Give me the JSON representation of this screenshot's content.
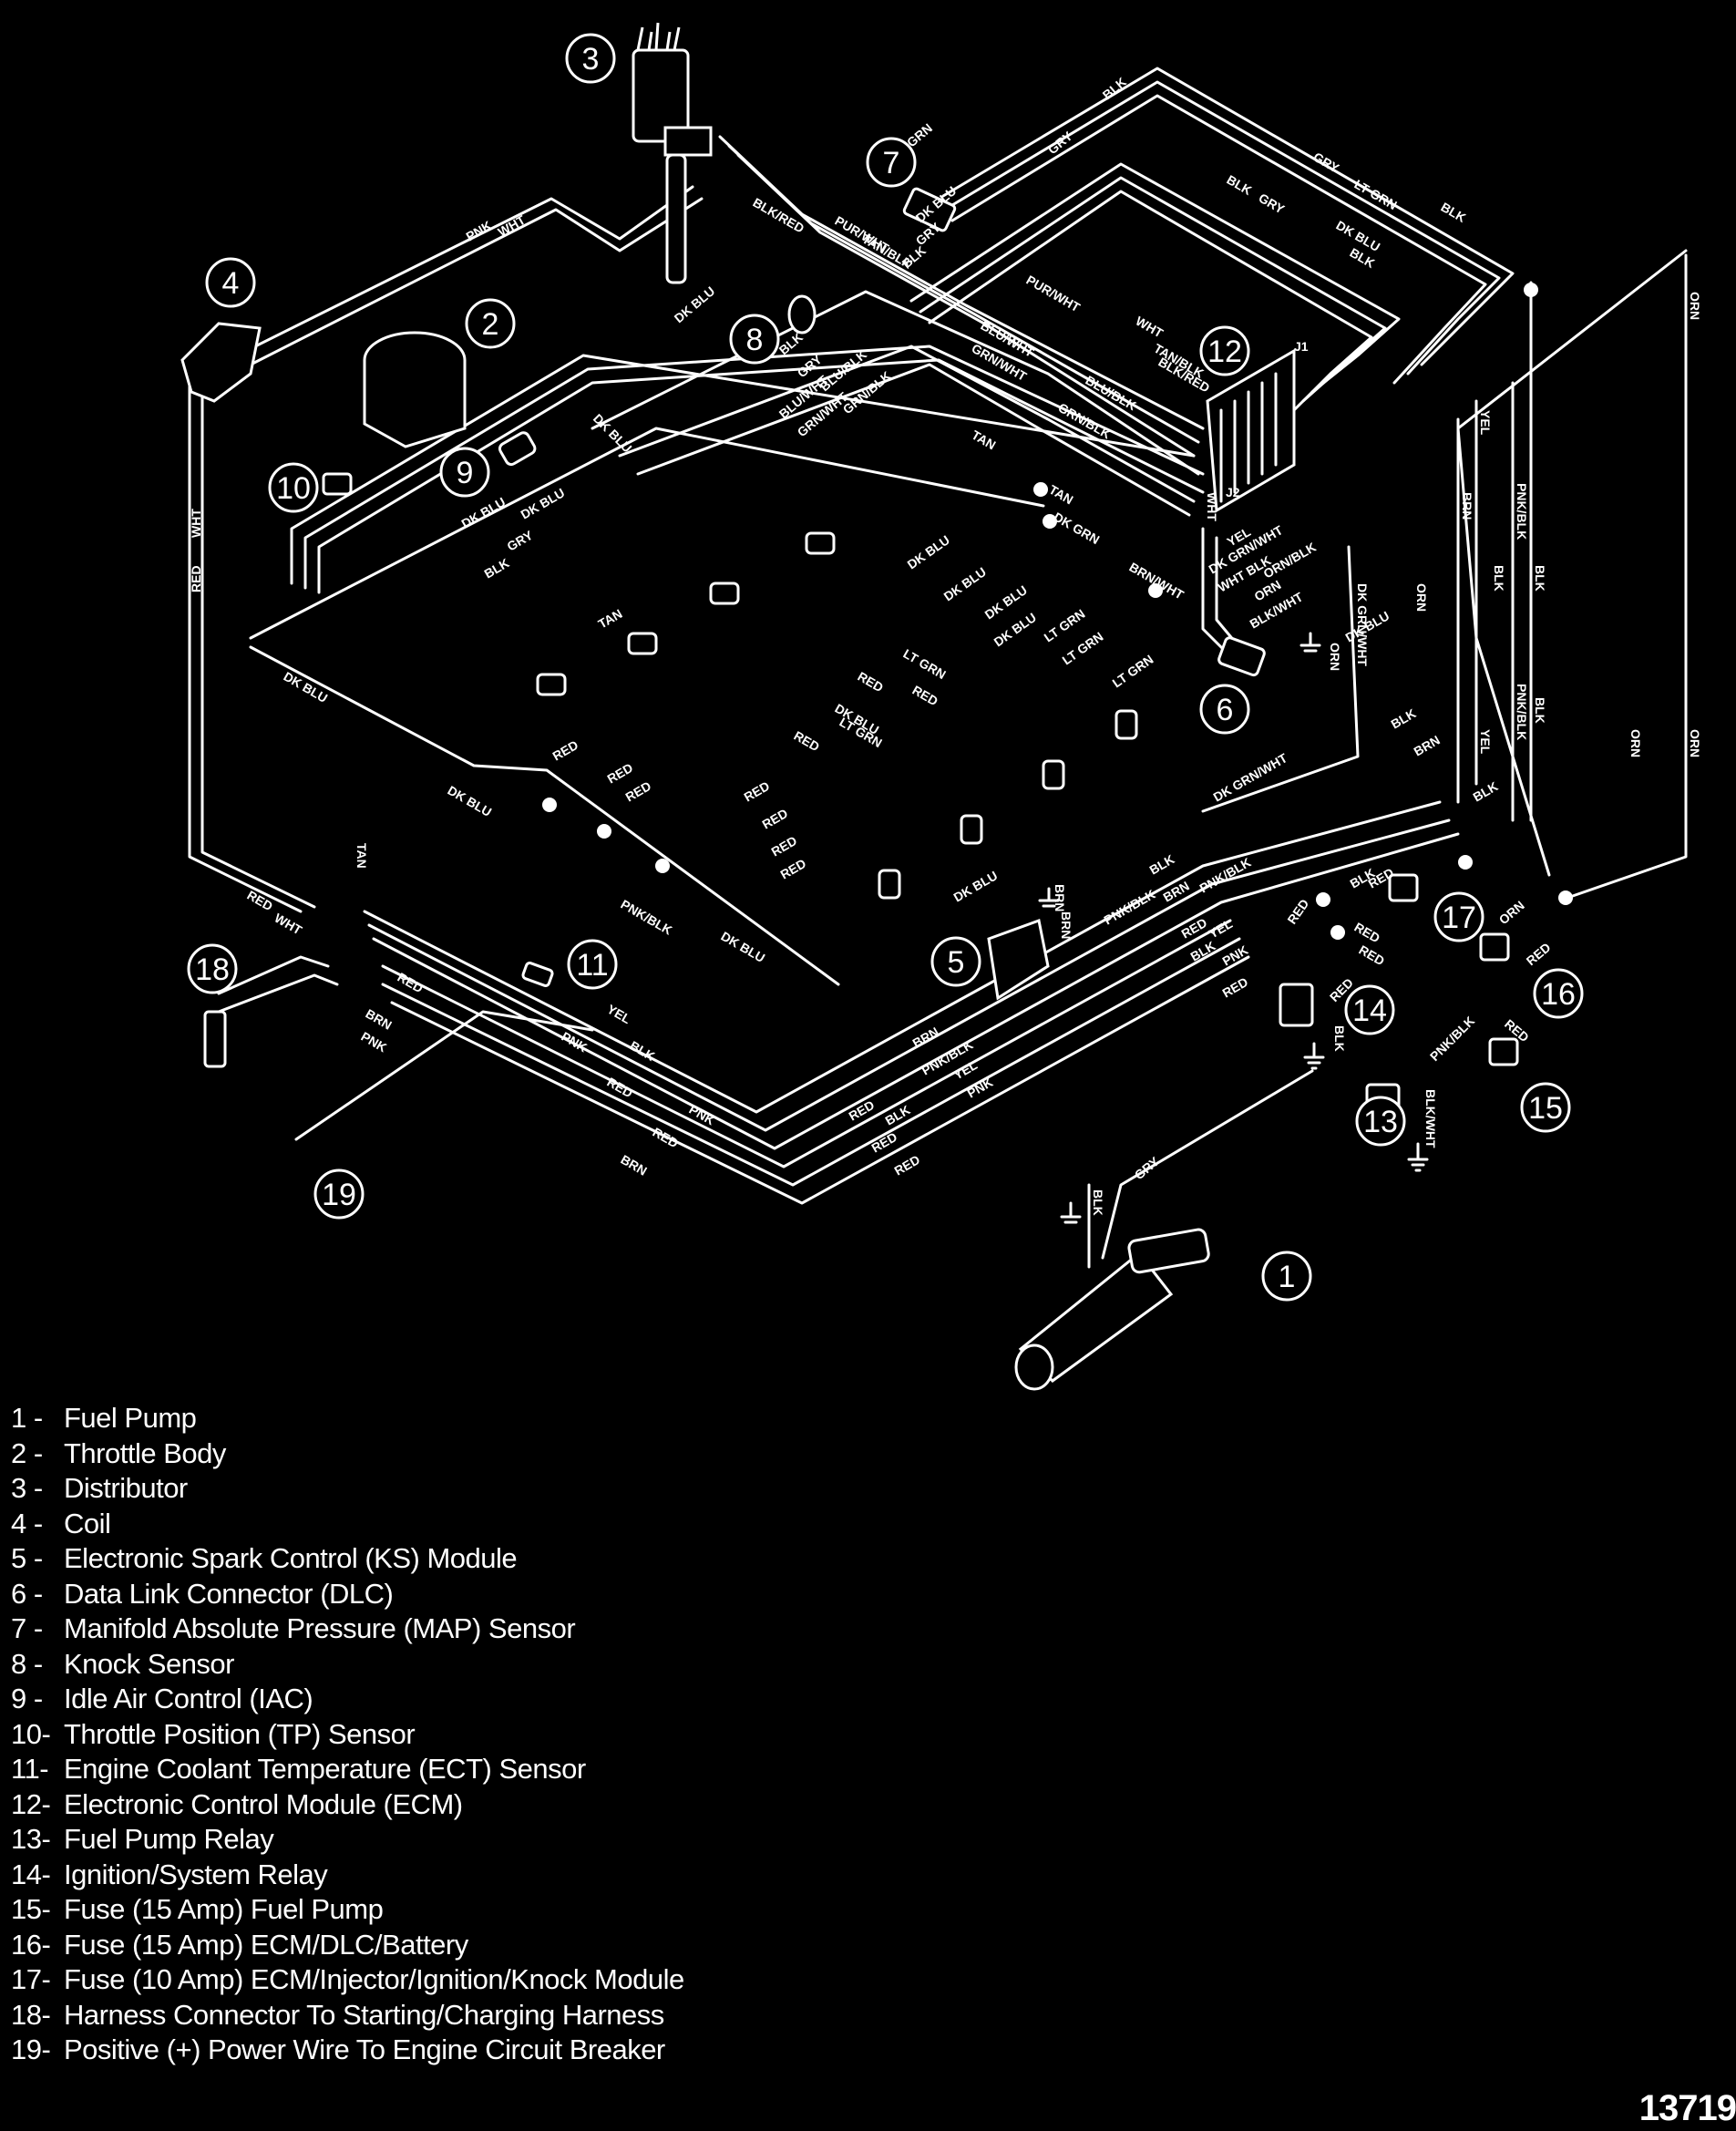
{
  "figure": {
    "type": "engine wiring harness diagram",
    "figure_number": "13719",
    "background_color": "#000000",
    "line_color": "#ffffff"
  },
  "callouts": [
    "1",
    "2",
    "3",
    "4",
    "5",
    "6",
    "7",
    "8",
    "9",
    "10",
    "11",
    "12",
    "13",
    "14",
    "15",
    "16",
    "17",
    "18",
    "19"
  ],
  "legend": [
    {
      "num": "1",
      "sep": "  - ",
      "label": "Fuel Pump"
    },
    {
      "num": "2",
      "sep": "  - ",
      "label": "Throttle Body"
    },
    {
      "num": "3",
      "sep": "  - ",
      "label": "Distributor"
    },
    {
      "num": "4",
      "sep": "  - ",
      "label": "Coil"
    },
    {
      "num": "5",
      "sep": "  - ",
      "label": "Electronic Spark Control (KS) Module"
    },
    {
      "num": "6",
      "sep": "  - ",
      "label": "Data Link Connector (DLC)"
    },
    {
      "num": "7",
      "sep": "  - ",
      "label": "Manifold Absolute Pressure (MAP) Sensor"
    },
    {
      "num": "8",
      "sep": "  - ",
      "label": "Knock Sensor"
    },
    {
      "num": "9",
      "sep": "  - ",
      "label": "Idle Air Control (IAC)"
    },
    {
      "num": "10",
      "sep": "- ",
      "label": "Throttle Position (TP) Sensor"
    },
    {
      "num": "11",
      "sep": "- ",
      "label": "Engine Coolant Temperature (ECT) Sensor"
    },
    {
      "num": "12",
      "sep": "- ",
      "label": "Electronic Control Module (ECM)"
    },
    {
      "num": "13",
      "sep": "- ",
      "label": "Fuel Pump Relay"
    },
    {
      "num": "14",
      "sep": "- ",
      "label": "Ignition/System Relay"
    },
    {
      "num": "15",
      "sep": "- ",
      "label": "Fuse (15 Amp) Fuel Pump"
    },
    {
      "num": "16",
      "sep": "- ",
      "label": "Fuse (15 Amp) ECM/DLC/Battery"
    },
    {
      "num": "17",
      "sep": "- ",
      "label": "Fuse (10 Amp) ECM/Injector/Ignition/Knock Module"
    },
    {
      "num": "18",
      "sep": "- ",
      "label": "Harness Connector To Starting/Charging Harness"
    },
    {
      "num": "19",
      "sep": "- ",
      "label": "Positive (+) Power Wire To Engine Circuit Breaker"
    }
  ],
  "wire_labels": {
    "pnk": "PNK",
    "wht": "WHT",
    "red": "RED",
    "blk": "BLK",
    "gry": "GRY",
    "lt_grn": "LT GRN",
    "dk_blu": "DK BLU",
    "tan": "TAN",
    "brn": "BRN",
    "yel": "YEL",
    "orn": "ORN",
    "pnk_blk": "PNK/BLK",
    "pur_wht": "PUR/WHT",
    "tan_blk": "TAN/BLK",
    "blk_red": "BLK/RED",
    "blu_wht": "BLU/WHT",
    "blu_blk": "BLU/BLK",
    "grn_wht": "GRN/WHT",
    "grn_blk": "GRN/BLK",
    "dk_grn": "DK GRN",
    "brn_wht": "BRN/WHT",
    "dk_grn_wht": "DK GRN/WHT",
    "wht_blk": "WHT BLK",
    "orn_blk": "ORN/BLK",
    "blk_wht": "BLK/WHT",
    "j1": "J1",
    "j2": "J2"
  }
}
